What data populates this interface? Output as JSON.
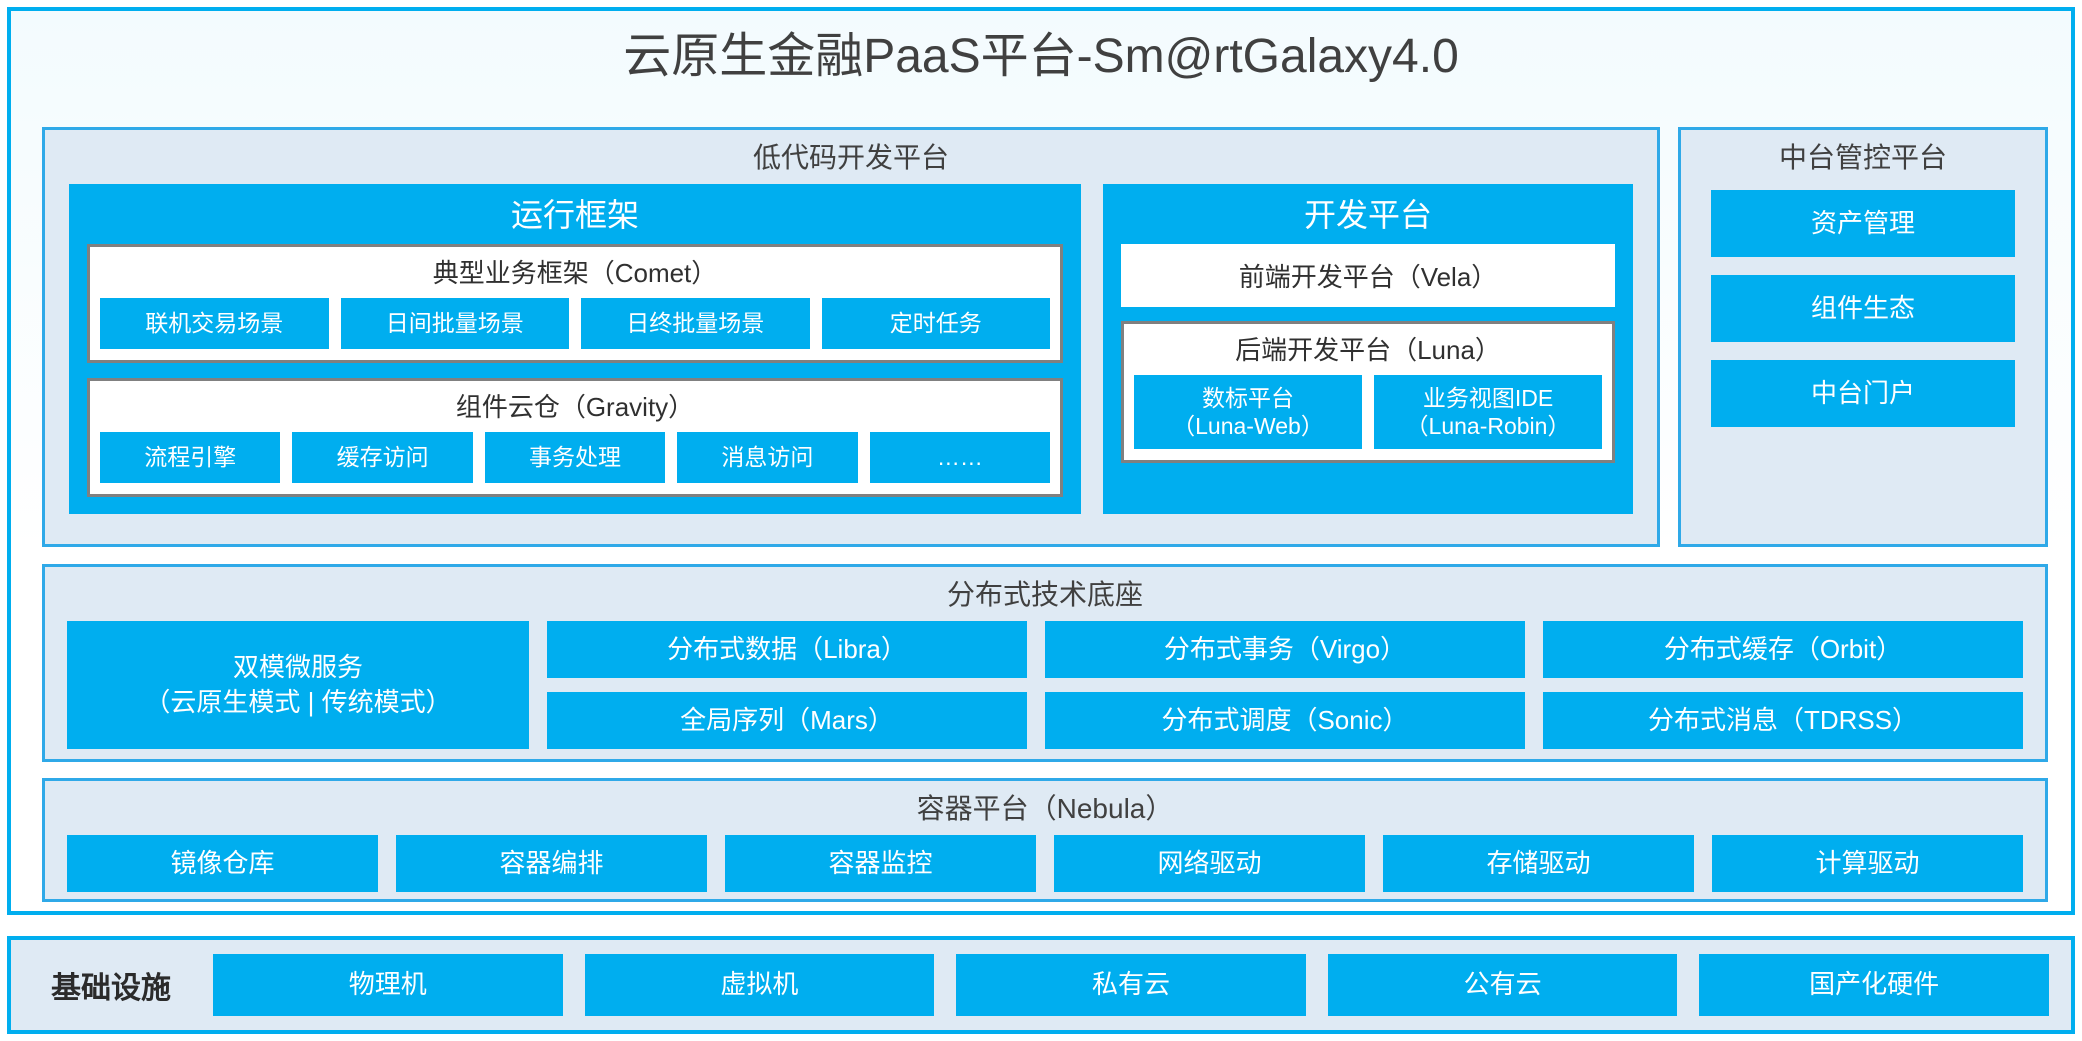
{
  "title": "云原生金融PaaS平台-Sm@rtGalaxy4.0",
  "colors": {
    "accent": "#00AEEF",
    "panel_bg": "#dfeaf4",
    "panel_border": "#2FA9E8",
    "box_border": "#808080",
    "text_dark": "#404040",
    "text_light": "#ffffff"
  },
  "low_code": {
    "title": "低代码开发平台",
    "runtime": {
      "title": "运行框架",
      "comet": {
        "title": "典型业务框架（Comet）",
        "chips": [
          "联机交易场景",
          "日间批量场景",
          "日终批量场景",
          "定时任务"
        ]
      },
      "gravity": {
        "title": "组件云仓（Gravity）",
        "chips": [
          "流程引擎",
          "缓存访问",
          "事务处理",
          "消息访问",
          "……"
        ]
      }
    },
    "dev": {
      "title": "开发平台",
      "frontend": "前端开发平台（Vela）",
      "backend": {
        "title": "后端开发平台（Luna）",
        "chips": [
          {
            "line1": "数标平台",
            "line2": "（Luna-Web）"
          },
          {
            "line1": "业务视图IDE",
            "line2": "（Luna-Robin）"
          }
        ]
      }
    }
  },
  "management": {
    "title": "中台管控平台",
    "items": [
      "资产管理",
      "组件生态",
      "中台门户"
    ]
  },
  "tech_base": {
    "title": "分布式技术底座",
    "microservice": {
      "line1": "双模微服务",
      "line2": "（云原生模式 | 传统模式）"
    },
    "columns": [
      [
        "分布式数据（Libra）",
        "全局序列（Mars）"
      ],
      [
        "分布式事务（Virgo）",
        "分布式调度（Sonic）"
      ],
      [
        "分布式缓存（Orbit）",
        "分布式消息（TDRSS）"
      ]
    ]
  },
  "container_platform": {
    "title": "容器平台（Nebula）",
    "chips": [
      "镜像仓库",
      "容器编排",
      "容器监控",
      "网络驱动",
      "存储驱动",
      "计算驱动"
    ]
  },
  "infrastructure": {
    "label": "基础设施",
    "chips": [
      "物理机",
      "虚拟机",
      "私有云",
      "公有云",
      "国产化硬件"
    ]
  }
}
